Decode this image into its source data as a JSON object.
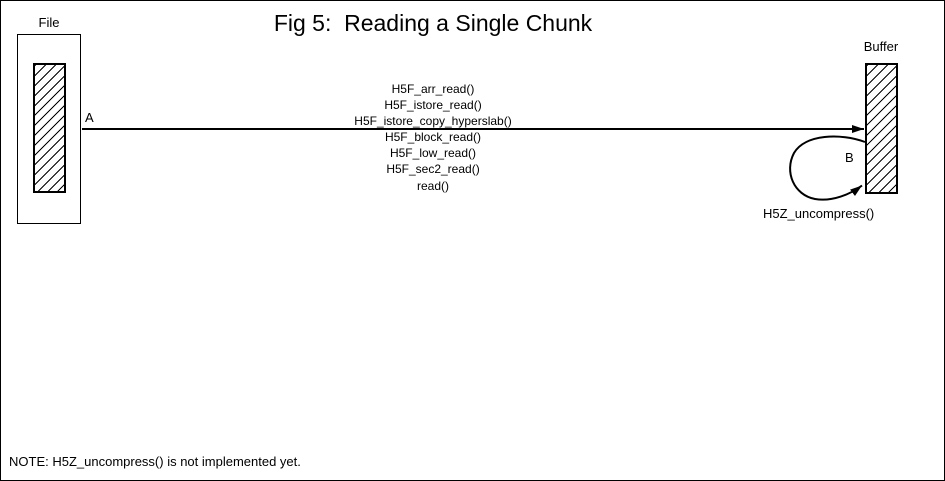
{
  "title": "Fig 5:  Reading a Single Chunk",
  "file": {
    "label": "File"
  },
  "buffer": {
    "label": "Buffer"
  },
  "arrow_a": {
    "label": "A",
    "functions": [
      "H5F_arr_read()",
      "H5F_istore_read()",
      "H5F_istore_copy_hyperslab()",
      "H5F_block_read()",
      "H5F_low_read()",
      "H5F_sec2_read()",
      "read()"
    ]
  },
  "arrow_b": {
    "label": "B",
    "function": "H5Z_uncompress()"
  },
  "note": "NOTE: H5Z_uncompress() is not implemented yet.",
  "colors": {
    "line": "#000000",
    "background": "#ffffff"
  }
}
